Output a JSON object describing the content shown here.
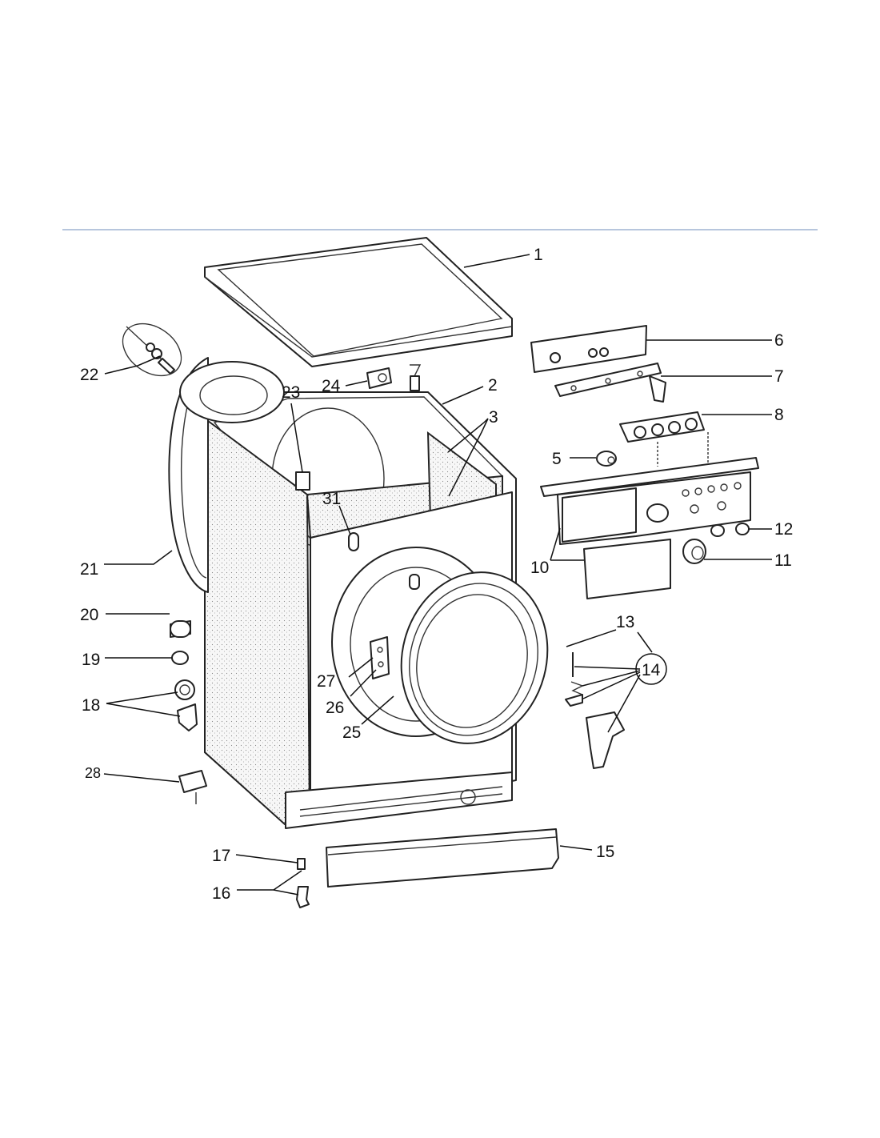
{
  "colors": {
    "rule": "#b7c6dd",
    "ink": "#111111",
    "background": "#ffffff"
  },
  "callouts": {
    "c1": "1",
    "c2": "2",
    "c3": "3",
    "c5": "5",
    "c6": "6",
    "c7": "7",
    "c8": "8",
    "c10": "10",
    "c11": "11",
    "c12": "12",
    "c13": "13",
    "c14": "14",
    "c15": "15",
    "c16": "16",
    "c17": "17",
    "c18": "18",
    "c19": "19",
    "c20": "20",
    "c21": "21",
    "c22": "22",
    "c23": "23",
    "c24": "24",
    "c25": "25",
    "c26": "26",
    "c27": "27",
    "c28": "28",
    "c31": "31"
  }
}
